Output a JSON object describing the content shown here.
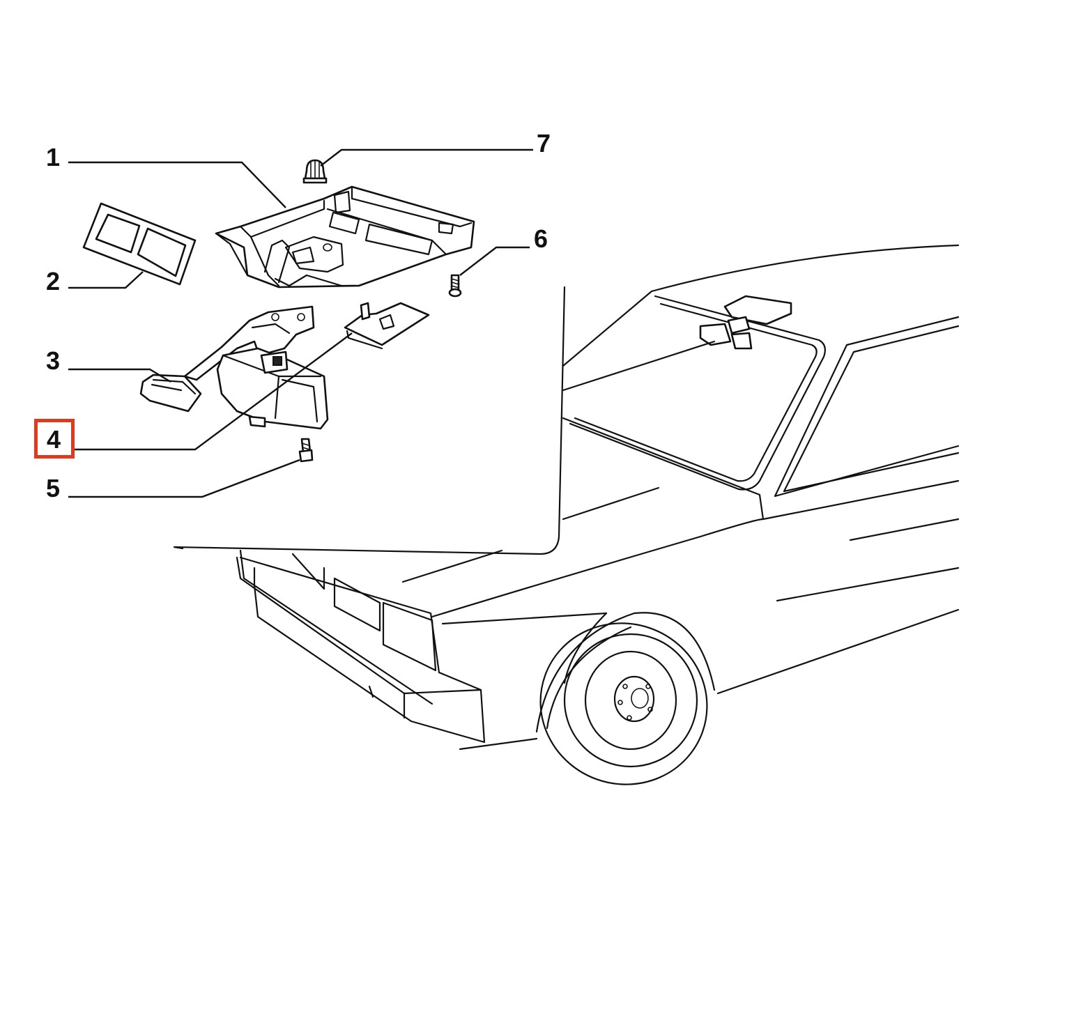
{
  "callouts": [
    {
      "id": "1",
      "label": "1"
    },
    {
      "id": "2",
      "label": "2"
    },
    {
      "id": "3",
      "label": "3"
    },
    {
      "id": "4",
      "label": "4"
    },
    {
      "id": "5",
      "label": "5"
    },
    {
      "id": "6",
      "label": "6"
    },
    {
      "id": "7",
      "label": "7"
    }
  ],
  "highlighted_callout": "4",
  "highlight_color": "#e03a1e",
  "line_color": "#111111"
}
